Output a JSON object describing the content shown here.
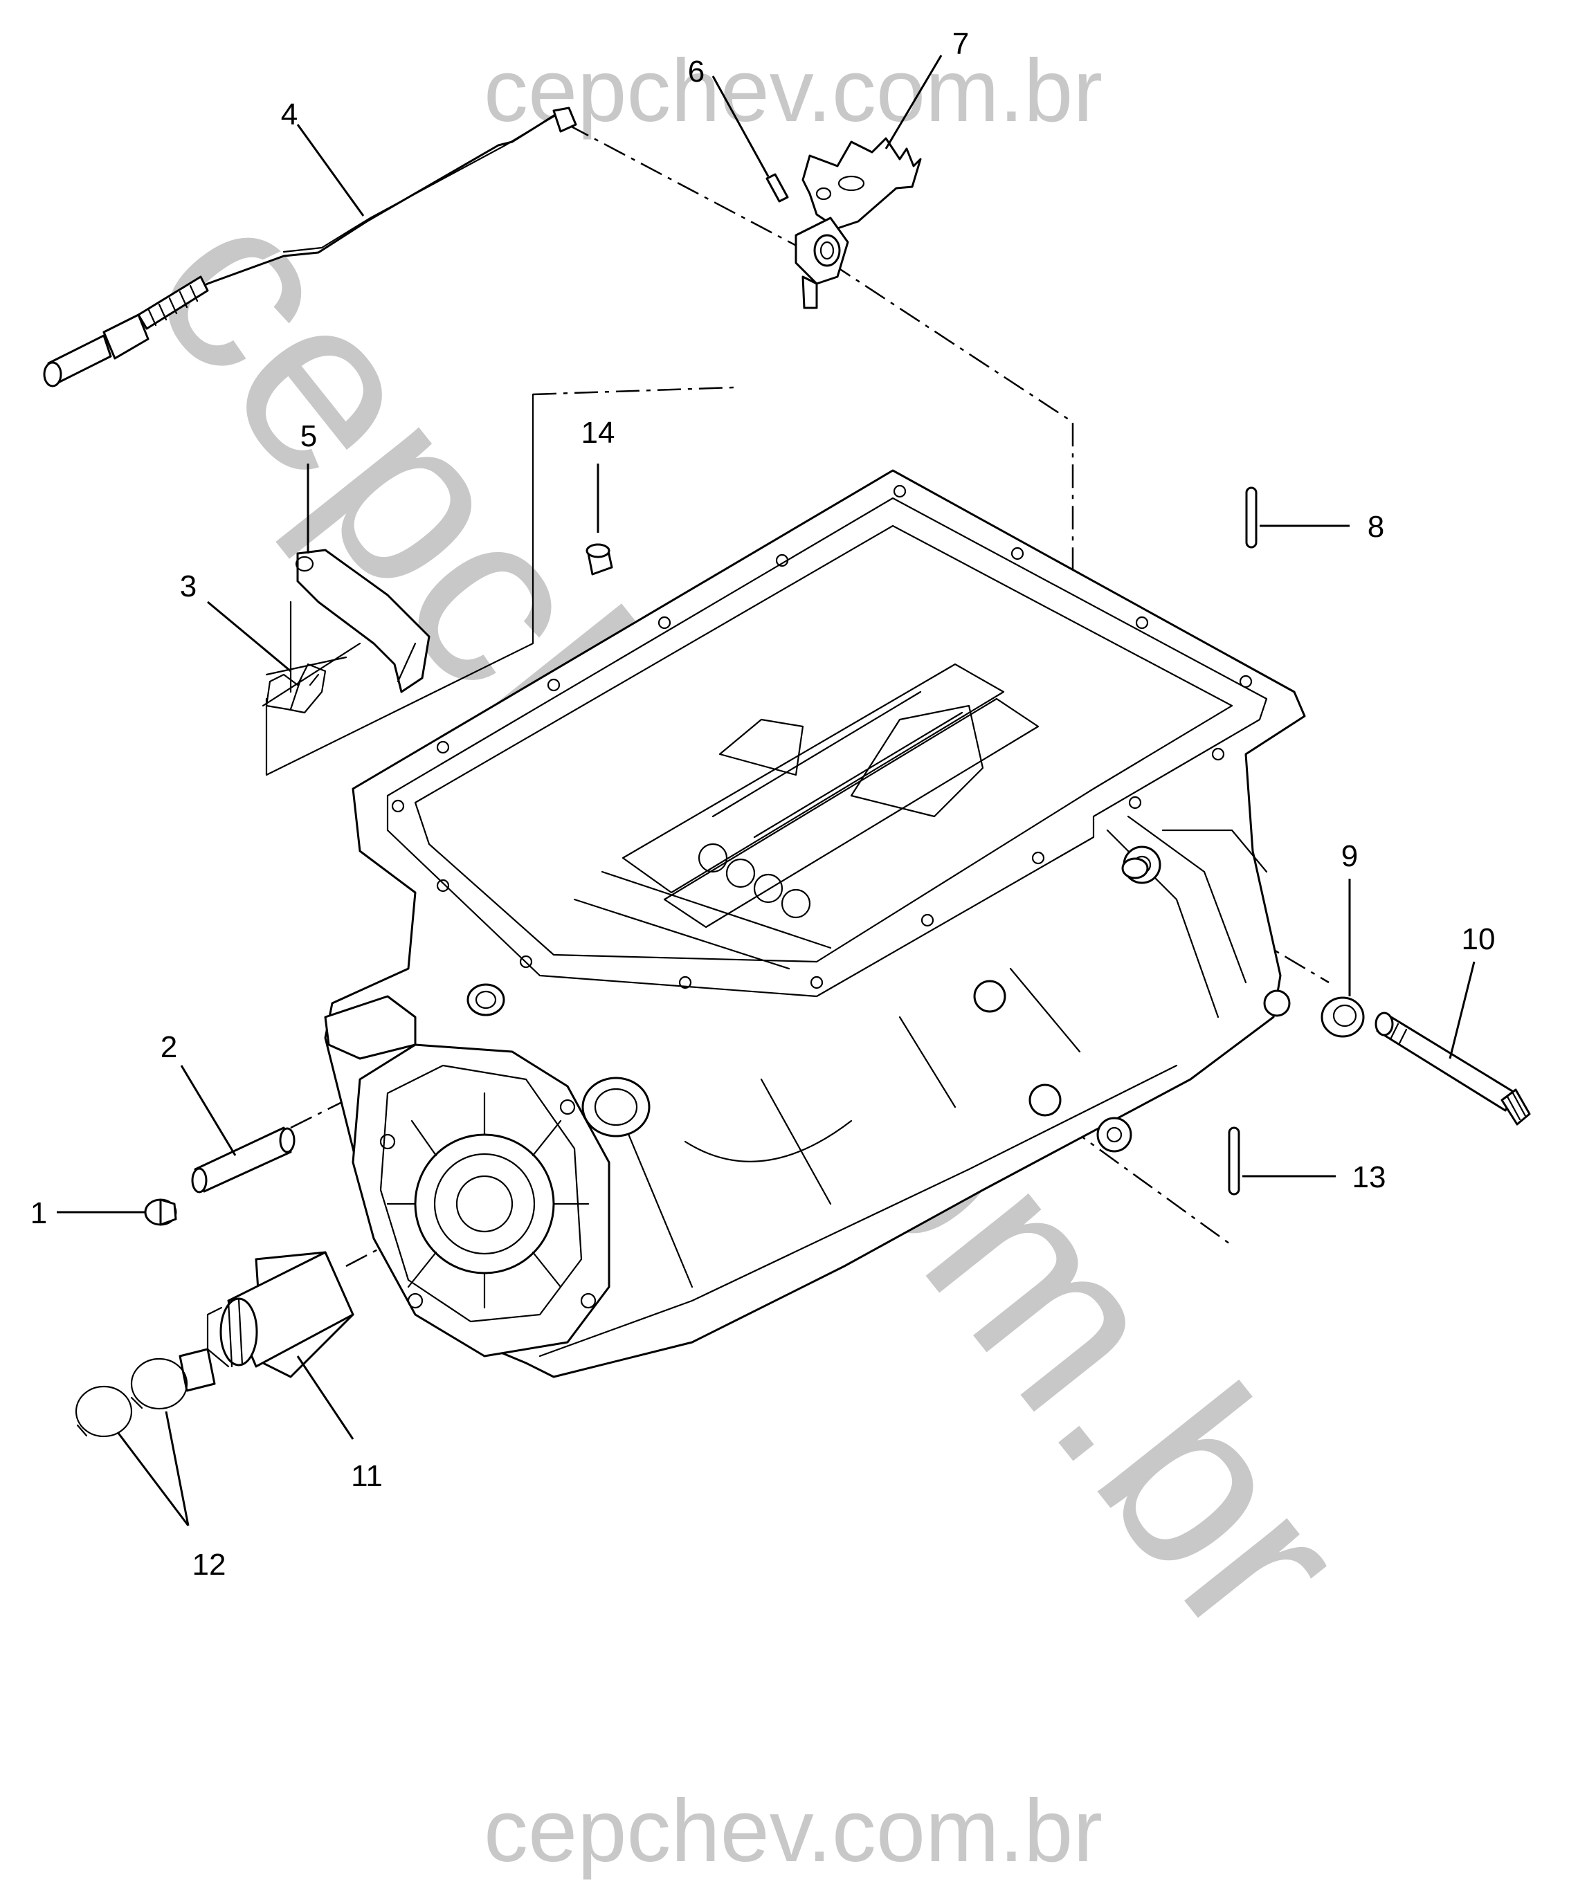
{
  "watermark": {
    "top": "cepchev.com.br",
    "bottom": "cepchev.com.br",
    "diagonal": "cepchev.com.br",
    "color": "#c8c8c8"
  },
  "callouts": [
    {
      "id": "c1",
      "text": "1"
    },
    {
      "id": "c2",
      "text": "2"
    },
    {
      "id": "c3",
      "text": "3"
    },
    {
      "id": "c4",
      "text": "4"
    },
    {
      "id": "c5",
      "text": "5"
    },
    {
      "id": "c6",
      "text": "6"
    },
    {
      "id": "c7",
      "text": "7"
    },
    {
      "id": "c8",
      "text": "8"
    },
    {
      "id": "c9",
      "text": "9"
    },
    {
      "id": "c10",
      "text": "10"
    },
    {
      "id": "c11",
      "text": "11"
    },
    {
      "id": "c12",
      "text": "12"
    },
    {
      "id": "c13",
      "text": "13"
    },
    {
      "id": "c14",
      "text": "14"
    }
  ]
}
